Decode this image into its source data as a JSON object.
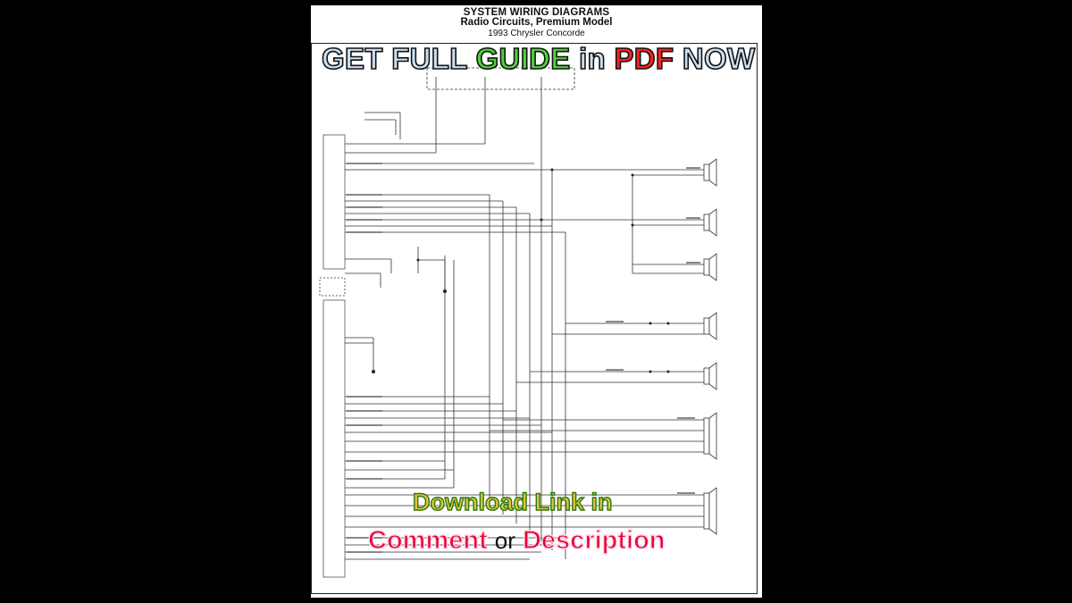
{
  "header": {
    "line1": "SYSTEM WIRING DIAGRAMS",
    "line2": "Radio Circuits, Premium Model",
    "line3": "1993 Chrysler Concorde"
  },
  "banner": {
    "part1": "GET FULL",
    "part2": "GUIDE",
    "part3": "in",
    "part4": "PDF",
    "part5": "NOW"
  },
  "cta": {
    "line1": "Download Link in",
    "comment": "Comment",
    "or": "or",
    "description": "Description"
  },
  "colors": {
    "banner_light": "#c9dff2",
    "banner_green": "#4dd23a",
    "banner_red": "#ff2222",
    "cta_yellow": "#e6c23a",
    "cta_pink": "#e8003b"
  }
}
